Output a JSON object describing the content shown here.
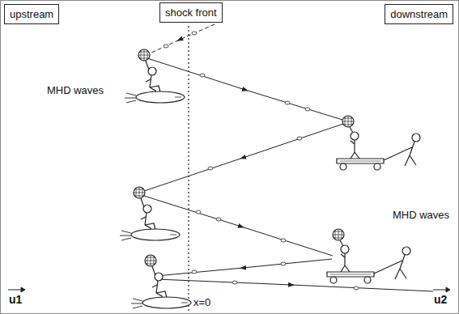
{
  "diagram": {
    "nodes": [
      {
        "text": [
          "upstream"
        ]
      },
      {
        "text": [
          "shock front"
        ]
      },
      {
        "text": [
          "downstream"
        ]
      }
    ],
    "labels": [
      "MHD waves",
      "MHD waves",
      "u1",
      "u2",
      "x=0"
    ]
  }
}
